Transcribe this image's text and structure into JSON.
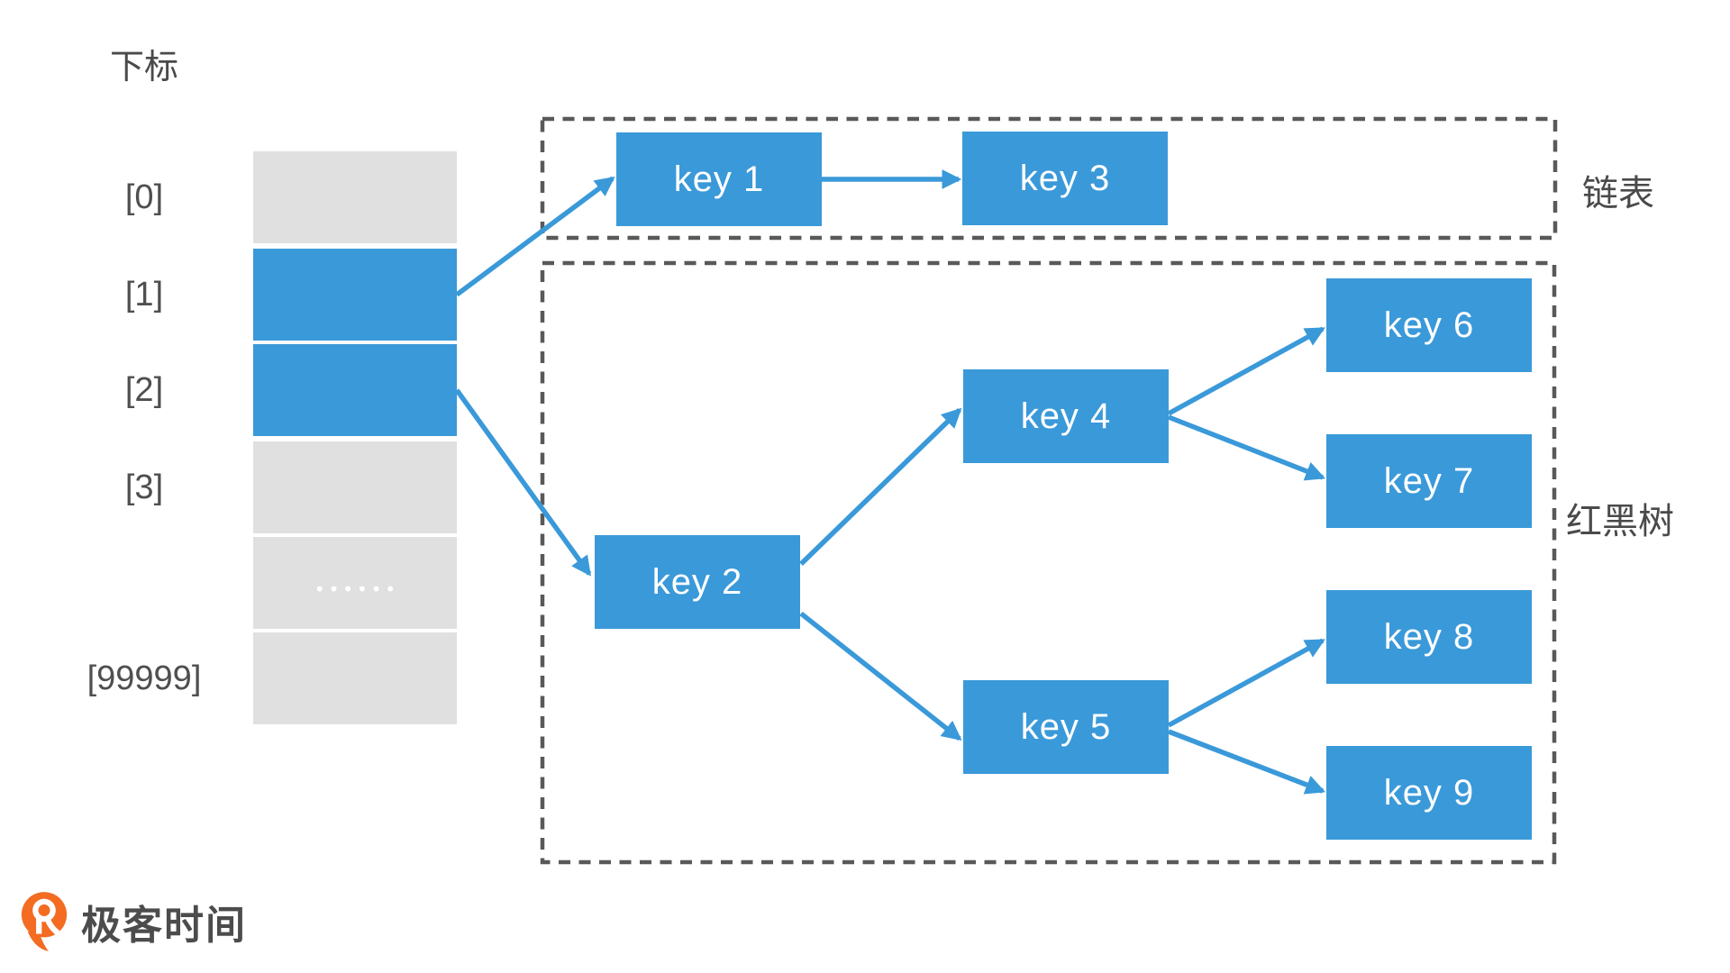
{
  "labels": {
    "index_column_title": "下标",
    "linked_list": "链表",
    "red_black_tree": "红黑树"
  },
  "array": {
    "cells": [
      {
        "index_label": "[0]",
        "highlighted": false
      },
      {
        "index_label": "[1]",
        "highlighted": true
      },
      {
        "index_label": "[2]",
        "highlighted": true
      },
      {
        "index_label": "[3]",
        "highlighted": false
      },
      {
        "index_label": "",
        "highlighted": false
      },
      {
        "index_label": "[99999]",
        "highlighted": false
      }
    ],
    "ellipsis_dots": "••••••"
  },
  "nodes": {
    "key1": "key 1",
    "key2": "key 2",
    "key3": "key 3",
    "key4": "key 4",
    "key5": "key 5",
    "key6": "key 6",
    "key7": "key 7",
    "key8": "key 8",
    "key9": "key 9"
  },
  "logo": {
    "text": "极客时间"
  },
  "colors": {
    "accent_blue": "#3a99d9",
    "cell_gray": "#e0e0e0",
    "dash_border_gray": "#595959",
    "text_gray": "#4a4a4a",
    "logo_orange": "#f36c21"
  }
}
